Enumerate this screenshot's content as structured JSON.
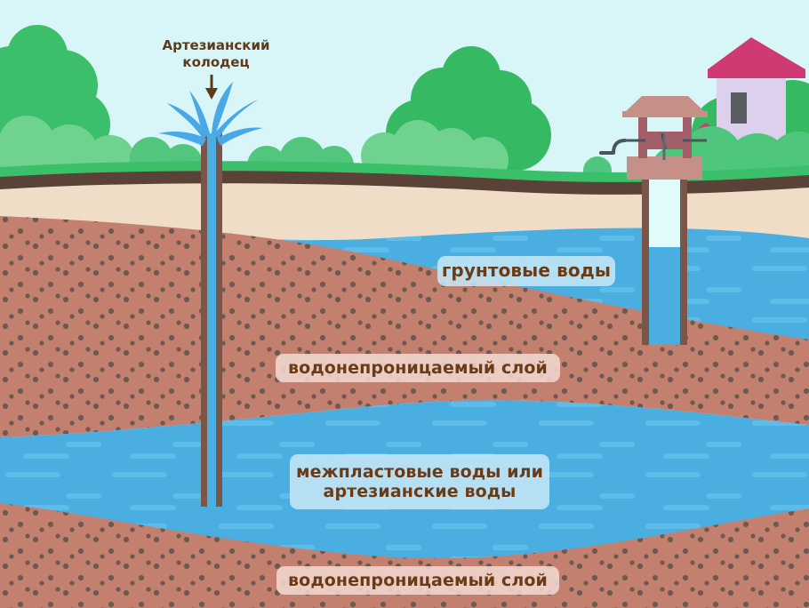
{
  "diagram": {
    "title": "Артезианский\nколодец",
    "labels": {
      "groundwater": "грунтовые воды",
      "impermeable_upper": "водонепроницаемый слой",
      "interstratal": "межпластовые воды или\nартезианские воды",
      "impermeable_lower": "водонепроницаемый слой"
    },
    "colors": {
      "sky": "#d8f6f7",
      "grass": "#3cbf6a",
      "grass_light": "#6fd28f",
      "topsoil": "#5b4236",
      "sand": "#f0ddc8",
      "clay": "#c4806f",
      "clay_dot": "#5c524c",
      "water": "#4aaee0",
      "water_dash": "#63c0ea",
      "well_wall": "#7a5548",
      "well_head": "#c59087",
      "well_post": "#a35f68",
      "house_roof": "#cf3a72",
      "house_wall": "#ddd0ec",
      "house_window": "#5a5e63",
      "label_text": "#6b3b17",
      "spray": "#4aa8e8"
    },
    "elements": {
      "artesian_well": "artesian-well-pipe",
      "dug_well": "dug-well",
      "house": "house",
      "trees": "tree-cluster",
      "arrow": "down-arrow",
      "spray": "water-spray"
    }
  }
}
